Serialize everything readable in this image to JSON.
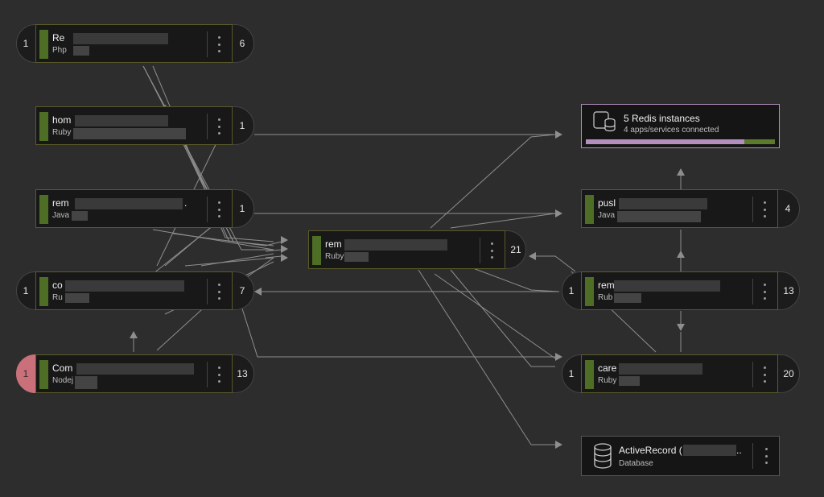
{
  "nodes": {
    "n1": {
      "in": "1",
      "out": "6",
      "title": "Re",
      "sub": "Php"
    },
    "n2": {
      "in": "",
      "out": "1",
      "title": "hom",
      "sub": "Ruby"
    },
    "n3": {
      "in": "",
      "out": "1",
      "title": "rem",
      "title_tail": ".",
      "sub": "Java"
    },
    "n4": {
      "in": "1",
      "out": "7",
      "title": "co",
      "sub": "Ru"
    },
    "n5": {
      "in": "1",
      "out": "13",
      "title": "Com",
      "sub": "Nodej"
    },
    "center": {
      "in": "",
      "out": "21",
      "title": "rem",
      "sub": "Ruby"
    },
    "r1": {
      "in": "",
      "out": "4",
      "title": "pusl",
      "sub": "Java"
    },
    "r2": {
      "in": "1",
      "out": "13",
      "title": "rem",
      "sub": "Rub"
    },
    "r3": {
      "in": "1",
      "out": "20",
      "title": "care",
      "sub": "Ruby"
    }
  },
  "redis": {
    "title": "5 Redis instances",
    "subtitle": "4 apps/services connected",
    "fill_fraction": 0.84,
    "icon": "redis-database-icon",
    "colors": {
      "primary": "#b48fbd",
      "secondary": "#5c7a2c"
    }
  },
  "database": {
    "title": "ActiveRecord (",
    "title_tail": "..",
    "subtitle": "Database",
    "icon": "database-icon"
  },
  "colors": {
    "background": "#2d2d2d",
    "card_bar": "#4e6e25",
    "edge": "#8e8e8e",
    "alert_pill": "#c9707a"
  }
}
